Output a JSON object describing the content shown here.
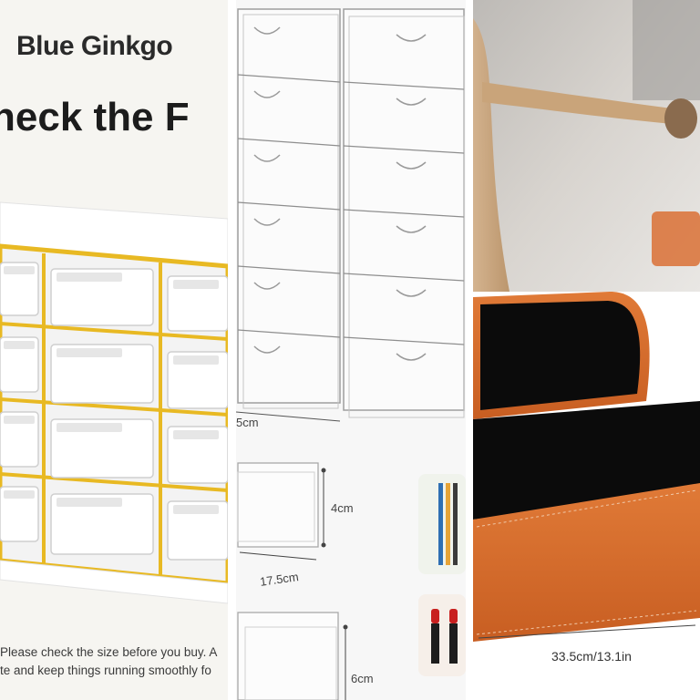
{
  "panel1": {
    "brand": "Blue Ginkgo",
    "headline": "heck the F",
    "note_line1": "Please check the size before you buy. A",
    "note_line2": "te and keep things running smoothly fo",
    "frame_color": "#e8b923"
  },
  "panel2": {
    "label_width_top": "5cm",
    "label_height_small": "4cm",
    "label_depth_small": "17.5cm",
    "label_height_large": "6cm"
  },
  "panel3": {
    "size_label": "33.5cm/13.1in",
    "box_color": "#d9692a",
    "lining_color": "#0b0b0b"
  }
}
